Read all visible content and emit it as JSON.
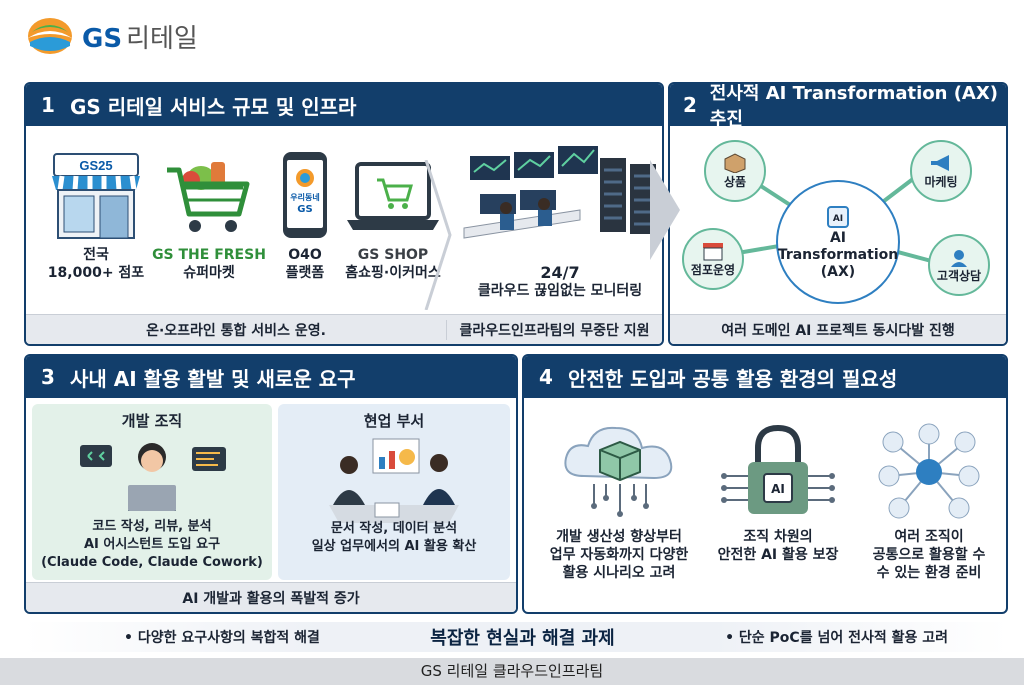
{
  "logo": {
    "brand": "GS",
    "name": "리테일"
  },
  "panel1": {
    "num": "1",
    "title": "GS 리테일 서비스 규모 및 인프라",
    "store_sign": "GS25",
    "items": [
      {
        "label_1": "전국",
        "label_2": "18,000+ 점포"
      },
      {
        "label_1": "GS THE FRESH",
        "label_2": "슈퍼마켓"
      },
      {
        "label_1": "O4O",
        "label_2": "플랫폼",
        "app_text_1": "우리동네",
        "app_text_2": "GS"
      },
      {
        "label_1": "GS SHOP",
        "label_2": "홈쇼핑·이커머스"
      }
    ],
    "monitor": {
      "line1": "24/7",
      "line2": "클라우드 끊임없는 모니터링"
    },
    "foot_left": "온·오프라인 통합 서비스 운영.",
    "foot_right": "클라우드인프라팀의 무중단 지원"
  },
  "panel2": {
    "num": "2",
    "title": "전사적 AI Transformation (AX) 추진",
    "center": {
      "l1": "AI",
      "l2": "Transformation",
      "l3": "(AX)",
      "chip": "AI"
    },
    "nodes": [
      "상품",
      "마케팅",
      "점포운영",
      "고객상담"
    ],
    "foot": "여러 도메인 AI 프로젝트 동시다발 진행"
  },
  "panel3": {
    "num": "3",
    "title": "사내 AI 활용 활발 및 새로운 요구",
    "dev": {
      "title": "개발 조직",
      "d1": "코드 작성, 리뷰, 분석",
      "d2": "AI 어시스턴트 도입 요구",
      "d3": "(Claude Code, Claude Cowork)"
    },
    "biz": {
      "title": "현업 부서",
      "d1": "문서 작성, 데이터 분석",
      "d2": "일상 업무에서의 AI 활용 확산"
    },
    "foot": "AI 개발과 활용의 폭발적 증가"
  },
  "panel4": {
    "num": "4",
    "title": "안전한 도입과 공통 활용 환경의 필요성",
    "chip": "AI",
    "items": [
      {
        "l1": "개발 생산성 향상부터",
        "l2": "업무 자동화까지 다양한",
        "l3": "활용 시나리오 고려"
      },
      {
        "l1": "조직 차원의",
        "l2": "안전한 AI 활용 보장",
        "l3": ""
      },
      {
        "l1": "여러 조직이",
        "l2": "공통으로 활용할 수",
        "l3": "수 있는 환경 준비"
      }
    ]
  },
  "bottom": {
    "left": "• 다양한 요구사항의 복합적 해결",
    "center": "복잡한 현실과 해결 과제",
    "right": "• 단순 PoC를 넘어 전사적 활용 고려"
  },
  "footer": "GS 리테일 클라우드인프라팀",
  "colors": {
    "navy": "#123e6b",
    "green": "#64b89a",
    "blue": "#2e7fc1",
    "brand_blue": "#0a5aa8"
  }
}
